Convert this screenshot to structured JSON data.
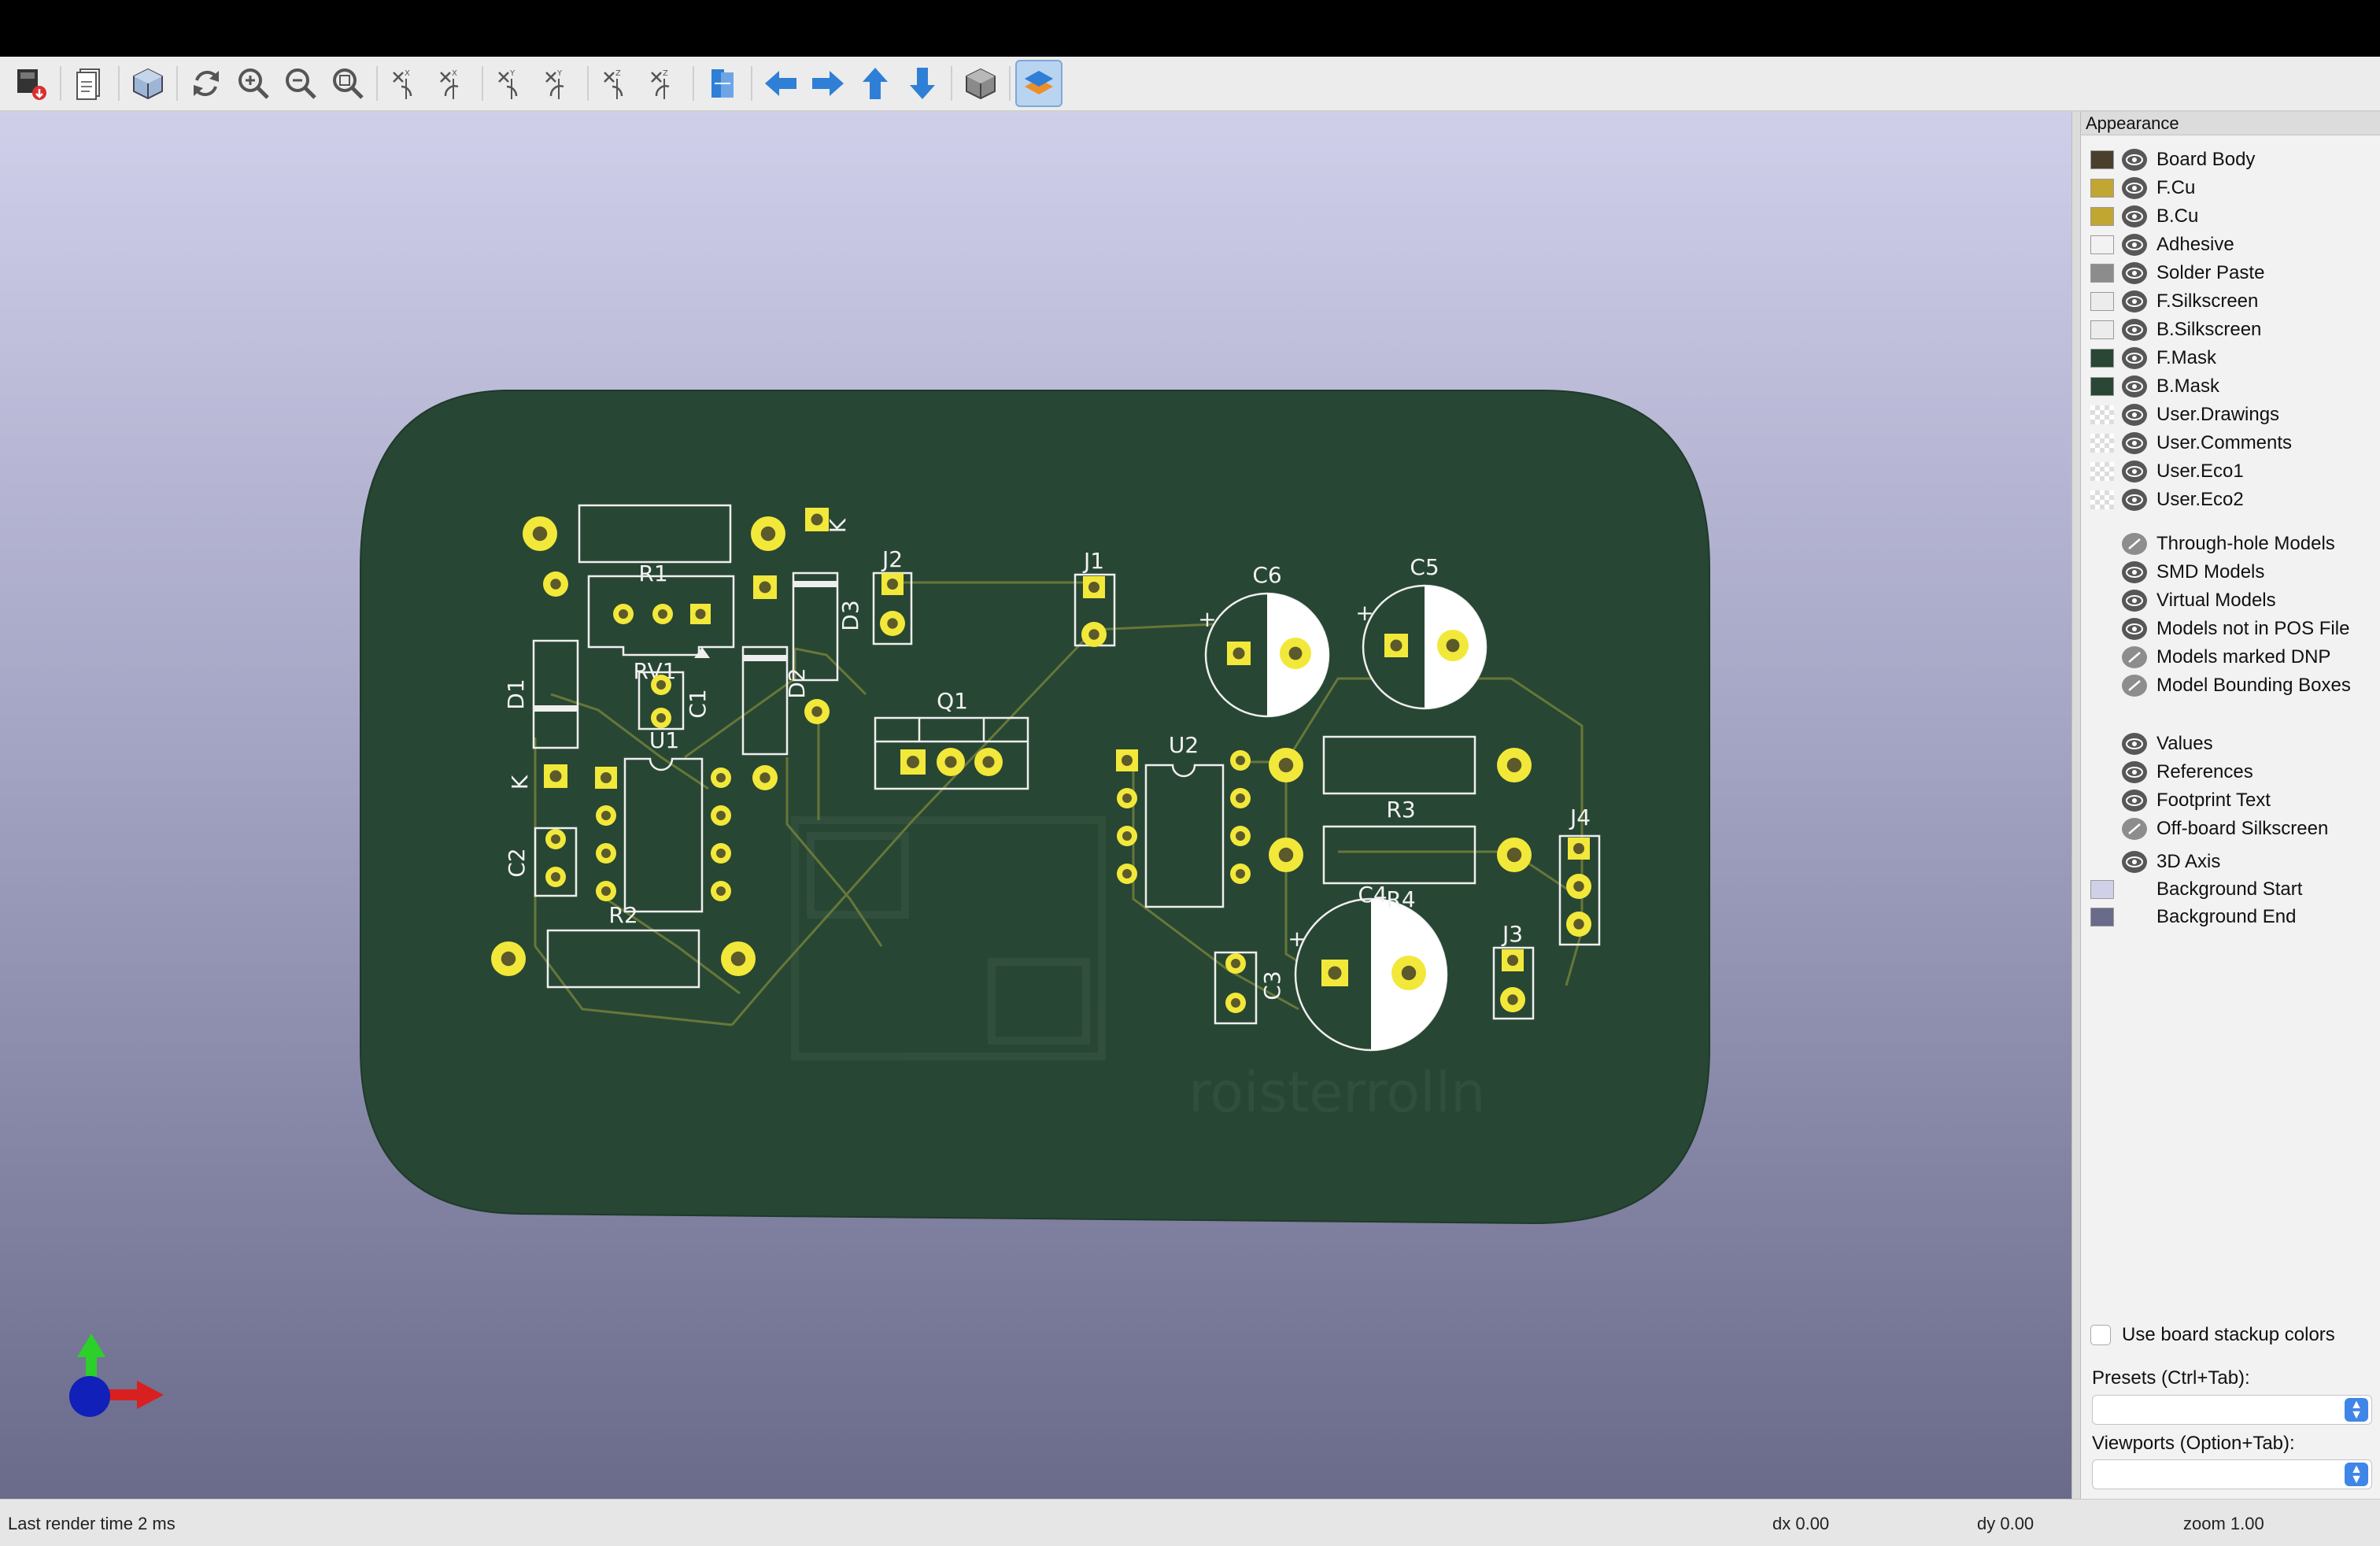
{
  "toolbar": {
    "buttons": [
      {
        "name": "export-image-icon"
      },
      {
        "name": "board-setup-icon"
      },
      {
        "name": "3d-view-icon"
      },
      {
        "name": "refresh-icon"
      },
      {
        "name": "zoom-in-icon"
      },
      {
        "name": "zoom-out-icon"
      },
      {
        "name": "zoom-fit-icon"
      },
      {
        "name": "rotate-x-cw-icon"
      },
      {
        "name": "rotate-x-ccw-icon"
      },
      {
        "name": "rotate-y-cw-icon"
      },
      {
        "name": "rotate-y-ccw-icon"
      },
      {
        "name": "rotate-z-cw-icon"
      },
      {
        "name": "rotate-z-ccw-icon"
      },
      {
        "name": "flip-board-icon"
      },
      {
        "name": "move-left-icon"
      },
      {
        "name": "move-right-icon"
      },
      {
        "name": "move-up-icon"
      },
      {
        "name": "move-down-icon"
      },
      {
        "name": "orthographic-icon"
      },
      {
        "name": "layers-manager-icon"
      }
    ]
  },
  "board": {
    "refs": {
      "R1": "R1",
      "RV1": "RV1",
      "C1": "C1",
      "D1": "D1",
      "D2": "D2",
      "D3": "D3",
      "J1": "J1",
      "J2": "J2",
      "J3": "J3",
      "J4": "J4",
      "U1": "U1",
      "U2": "U2",
      "C2": "C2",
      "C3": "C3",
      "C4": "C4",
      "C5": "C5",
      "C6": "C6",
      "R2": "R2",
      "R3": "R3",
      "R4": "R4",
      "Q1": "Q1"
    },
    "kathode_mark": "K",
    "plus_mark": "+"
  },
  "appearance": {
    "title": "Appearance",
    "layers": [
      {
        "label": "Board Body",
        "color": "#4a3e2c"
      },
      {
        "label": "F.Cu",
        "color": "#c2a632"
      },
      {
        "label": "B.Cu",
        "color": "#c2a632"
      },
      {
        "label": "Adhesive",
        "color": "#f2f2f2"
      },
      {
        "label": "Solder Paste",
        "color": "#8c8c8c"
      },
      {
        "label": "F.Silkscreen",
        "color": "#ececec"
      },
      {
        "label": "B.Silkscreen",
        "color": "#ececec"
      },
      {
        "label": "F.Mask",
        "color": "#2a4634"
      },
      {
        "label": "B.Mask",
        "color": "#2a4634"
      },
      {
        "label": "User.Drawings",
        "color": "checker"
      },
      {
        "label": "User.Comments",
        "color": "checker"
      },
      {
        "label": "User.Eco1",
        "color": "checker"
      },
      {
        "label": "User.Eco2",
        "color": "checker"
      }
    ],
    "models": [
      {
        "label": "Through-hole Models",
        "visible": false
      },
      {
        "label": "SMD Models",
        "visible": true
      },
      {
        "label": "Virtual Models",
        "visible": true
      },
      {
        "label": "Models not in POS File",
        "visible": true
      },
      {
        "label": "Models marked DNP",
        "visible": false
      },
      {
        "label": "Model Bounding Boxes",
        "visible": false
      }
    ],
    "texts": [
      {
        "label": "Values",
        "visible": true
      },
      {
        "label": "References",
        "visible": true
      },
      {
        "label": "Footprint Text",
        "visible": true
      },
      {
        "label": "Off-board Silkscreen",
        "visible": false
      }
    ],
    "misc": [
      {
        "label": "3D Axis",
        "color": null
      },
      {
        "label": "Background Start",
        "color": "#d0d0e8"
      },
      {
        "label": "Background End",
        "color": "#6a6a8a"
      }
    ],
    "use_stackup_colors": "Use board stackup colors",
    "presets_label": "Presets (Ctrl+Tab):",
    "viewports_label": "Viewports (Option+Tab):"
  },
  "status": {
    "render_time": "Last render time 2 ms",
    "dx": "dx 0.00",
    "dy": "dy 0.00",
    "zoom": "zoom 1.00"
  }
}
